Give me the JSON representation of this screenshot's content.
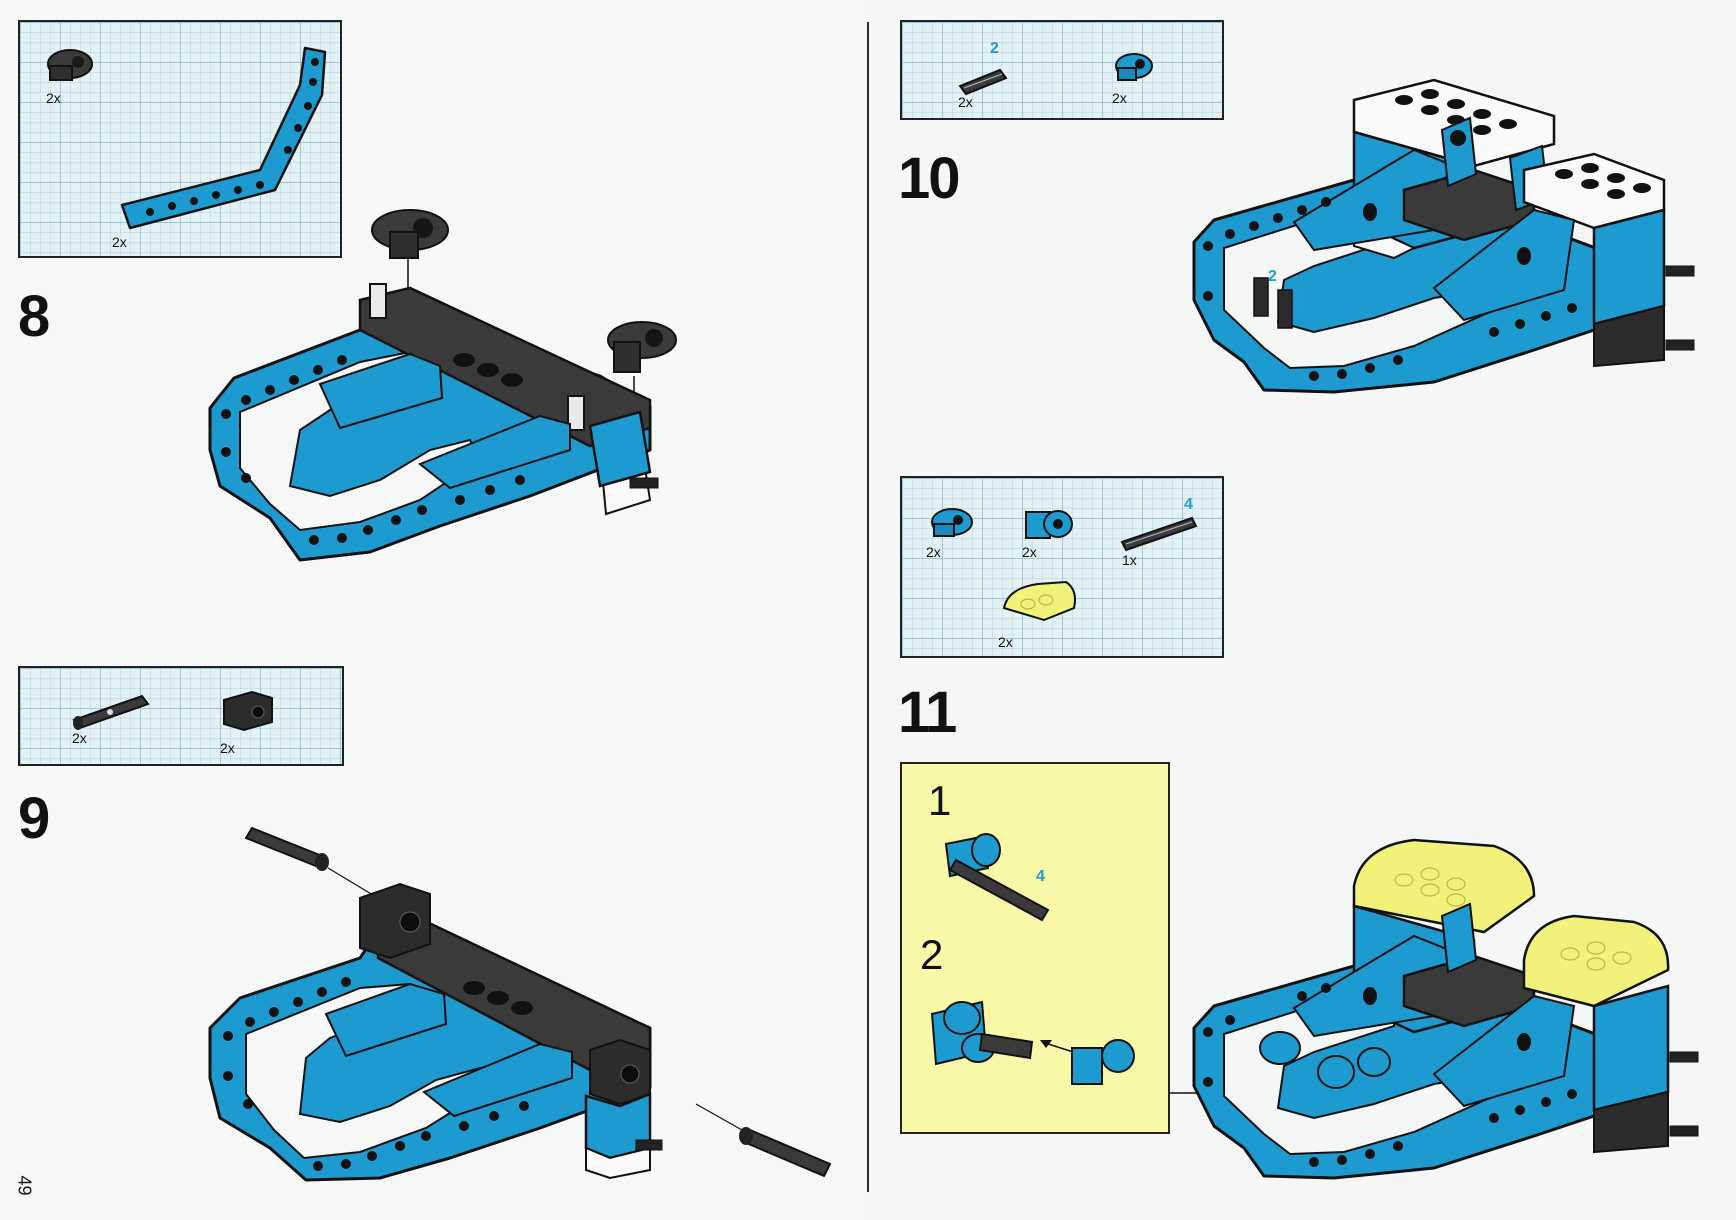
{
  "page_number": "49",
  "steps": {
    "s8": {
      "number": "8",
      "parts": [
        {
          "icon": "pin-connector-icon",
          "qty": "2x"
        },
        {
          "icon": "bent-beam-icon",
          "qty": "2x"
        }
      ]
    },
    "s9": {
      "number": "9",
      "parts": [
        {
          "icon": "long-pin-icon",
          "qty": "2x"
        },
        {
          "icon": "technic-brick-icon",
          "qty": "2x"
        }
      ]
    },
    "s10": {
      "number": "10",
      "parts": [
        {
          "icon": "axle-2-icon",
          "qty": "2x",
          "length": "2"
        },
        {
          "icon": "pin-connector-icon",
          "qty": "2x"
        }
      ],
      "callouts": [
        "2",
        "2"
      ]
    },
    "s11": {
      "number": "11",
      "parts": [
        {
          "icon": "pin-connector-icon",
          "qty": "2x"
        },
        {
          "icon": "axle-joiner-icon",
          "qty": "2x"
        },
        {
          "icon": "axle-4-icon",
          "qty": "1x",
          "length": "4"
        },
        {
          "icon": "yellow-curved-brick-icon",
          "qty": "2x"
        }
      ],
      "sub_steps": [
        {
          "number": "1",
          "axle_length": "4"
        },
        {
          "number": "2"
        }
      ]
    }
  },
  "colors": {
    "technic_blue": "#1d9ad0",
    "dark_grey": "#3a3a3a",
    "grid_bg": "#e4f1f4",
    "sub_panel": "#f9f7a8",
    "trans_yellow": "#f1f27a"
  }
}
